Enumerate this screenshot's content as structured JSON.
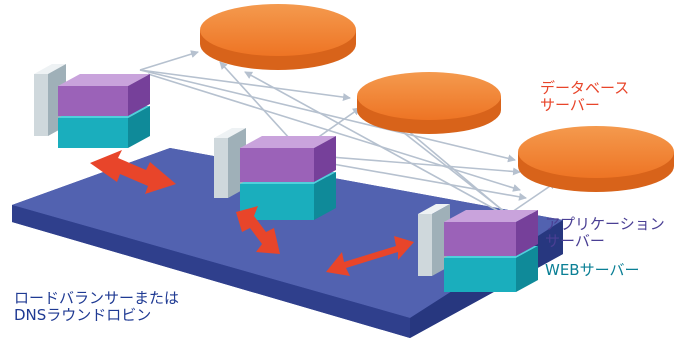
{
  "labels": {
    "database": [
      "データベース",
      "サーバー"
    ],
    "application": [
      "アプリケーション",
      "サーバー"
    ],
    "web": "WEBサーバー",
    "load_balancer": [
      "ロードバランサーまたは",
      "DNSラウンドロビン"
    ]
  },
  "colors": {
    "database_disk": "#f07a2a",
    "application_box": "#9b62b8",
    "web_box": "#1fb2c2",
    "platform": "#4a5aa8",
    "traffic_arrow": "#e8452a",
    "connection_line": "#b6c1cf",
    "database_text": "#e8452a",
    "application_text": "#4a3f94",
    "web_text": "#0a7f95",
    "lb_text": "#1f3a93"
  }
}
